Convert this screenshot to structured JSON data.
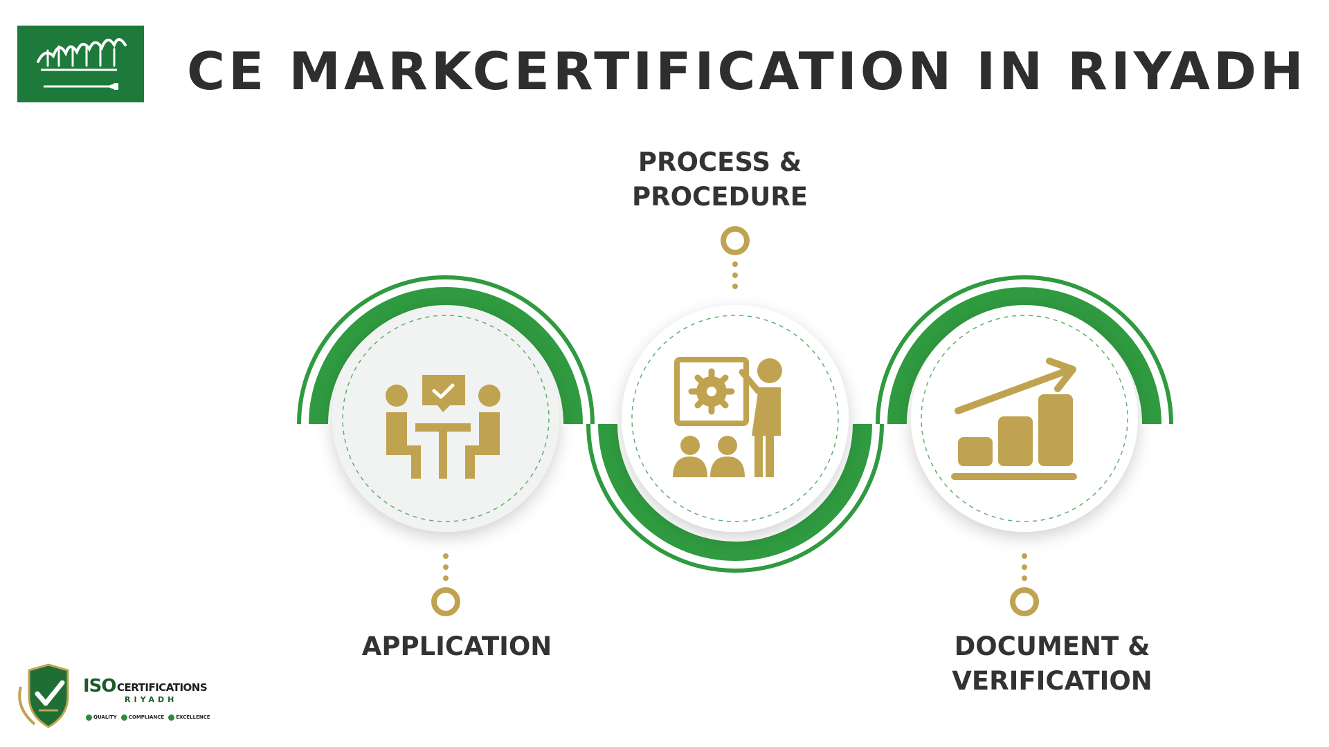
{
  "header": {
    "title": "CE MARKCERTIFICATION IN RIYADH",
    "flag_icon": "saudi-arabia-flag-icon"
  },
  "steps": [
    {
      "label_lines": [
        "APPLICATION"
      ],
      "icon": "meeting-icon"
    },
    {
      "label_lines": [
        "PROCESS &",
        "PROCEDURE"
      ],
      "icon": "presentation-icon"
    },
    {
      "label_lines": [
        "DOCUMENT &",
        "VERIFICATION"
      ],
      "icon": "growth-chart-icon"
    }
  ],
  "logo": {
    "iso": "ISO",
    "certifications": "CERTIFICATIONS",
    "city": "RIYADH",
    "tags": [
      "QUALITY",
      "COMPLIANCE",
      "EXCELLENCE"
    ]
  },
  "colors": {
    "green": "#2f9a3f",
    "gold": "#c0a350",
    "text": "#2e2e2e",
    "flag_green": "#1d7a3a"
  }
}
